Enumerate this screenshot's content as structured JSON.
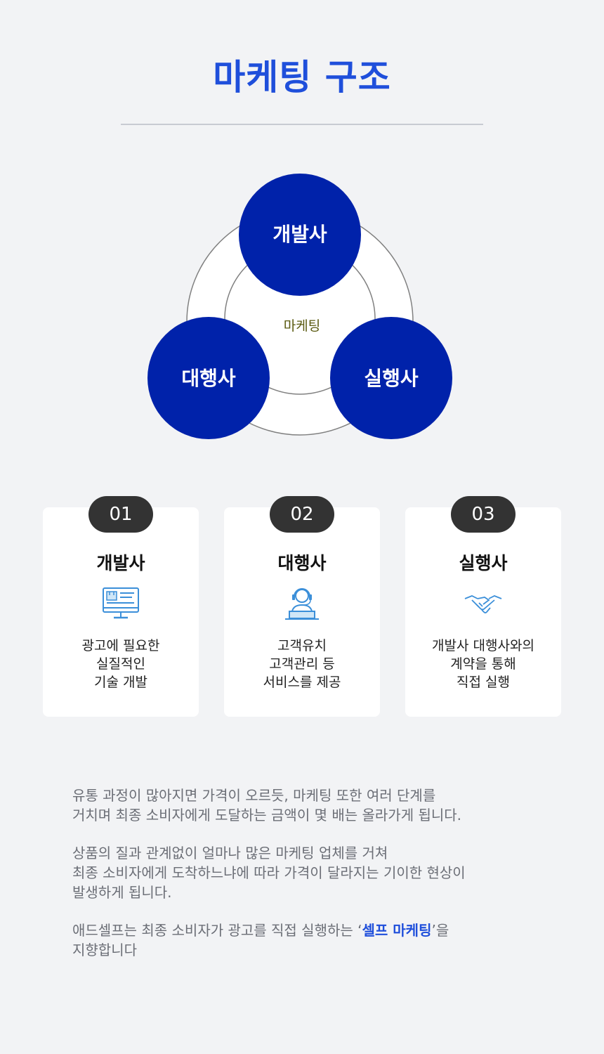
{
  "page_title": "마케팅 구조",
  "diagram": {
    "center_label": "마케팅",
    "nodes": [
      {
        "label": "개발사"
      },
      {
        "label": "대행사"
      },
      {
        "label": "실행사"
      }
    ]
  },
  "cards": [
    {
      "number": "01",
      "title": "개발사",
      "icon": "computer-monitor-icon",
      "desc": [
        "광고에 필요한",
        "실질적인",
        "기술 개발"
      ]
    },
    {
      "number": "02",
      "title": "대행사",
      "icon": "headset-agent-icon",
      "desc": [
        "고객유치",
        "고객관리 등",
        "서비스를 제공"
      ]
    },
    {
      "number": "03",
      "title": "실행사",
      "icon": "handshake-icon",
      "desc": [
        "개발사 대행사와의",
        "계약을 통해",
        "직접 실행"
      ]
    }
  ],
  "paragraphs": {
    "p1": [
      "유통 과정이 많아지면 가격이 오르듯, 마케팅 또한 여러 단계를",
      "거치며 최종 소비자에게 도달하는 금액이 몇 배는 올라가게 됩니다."
    ],
    "p2": [
      "상품의 질과 관계없이 얼마나 많은 마케팅 업체를 거쳐",
      "최종 소비자에게 도착하느냐에 따라 가격이 달라지는 기이한 현상이",
      "발생하게 됩니다."
    ],
    "p3": {
      "line1_before": "애드셀프는 최종 소비자가 광고를 직접 실행하는 ‘",
      "highlight": "셀프 마케팅",
      "line1_after": "’을",
      "line2": "지향합니다"
    }
  },
  "colors": {
    "accent": "#1f4fdb",
    "node_fill": "#0022aa",
    "badge": "#333333",
    "icon_blue": "#3b8fd9"
  }
}
